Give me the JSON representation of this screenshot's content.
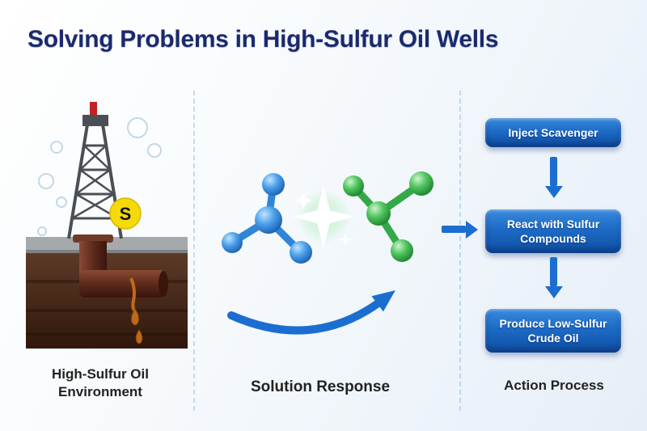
{
  "title": "Solving Problems in High-Sulfur Oil Wells",
  "left": {
    "sulfur_symbol": "S",
    "label_line1": "High-Sulfur Oil",
    "label_line2": "Environment"
  },
  "middle": {
    "label": "Solution Response"
  },
  "right": {
    "steps": [
      {
        "label": "Inject Scavenger"
      },
      {
        "label": "React with Sulfur Compounds"
      },
      {
        "label": "Produce Low-Sulfur Crude Oil"
      }
    ],
    "label": "Action Process"
  },
  "colors": {
    "title_navy": "#1b2a6e",
    "flow_box_blue": "#1d6bc6",
    "arrow_blue": "#1b6ed0",
    "molecule_blue": "#2e86e0",
    "molecule_green": "#2fa84a",
    "sulfur_yellow": "#f6d908",
    "soil_brown": "#4a2b1a",
    "derrick_gray": "#4a4f55"
  }
}
